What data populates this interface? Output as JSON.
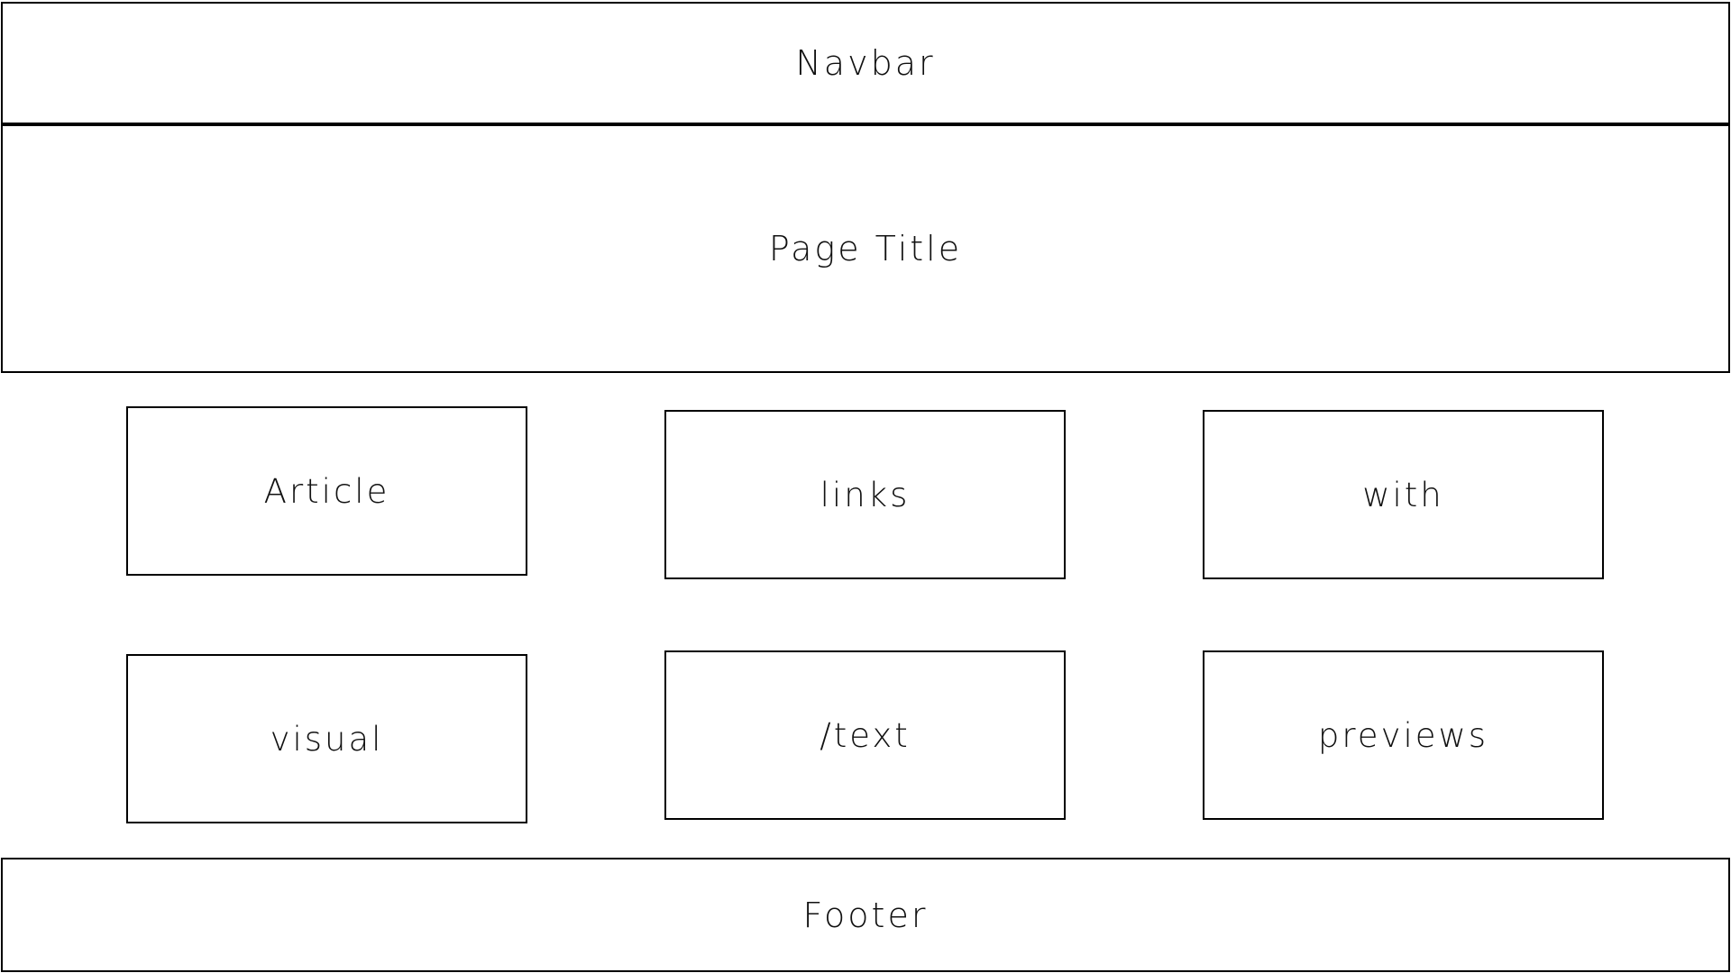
{
  "navbar": {
    "label": "Navbar"
  },
  "header": {
    "title": "Page Title"
  },
  "articles": [
    {
      "label": "Article"
    },
    {
      "label": "links"
    },
    {
      "label": "with"
    },
    {
      "label": "visual"
    },
    {
      "label": "/text"
    },
    {
      "label": "previews"
    }
  ],
  "footer": {
    "label": "Footer"
  },
  "colors": {
    "stroke": "#000000",
    "background": "#ffffff",
    "text": "#111111"
  }
}
